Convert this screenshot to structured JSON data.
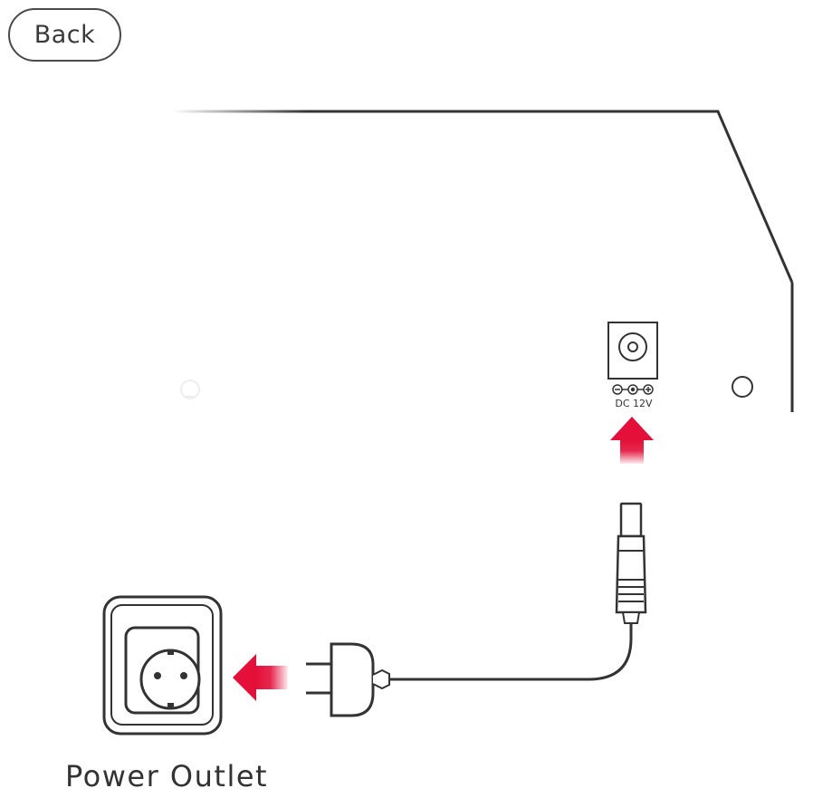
{
  "navigation": {
    "back_label": "Back"
  },
  "device": {
    "port_label": "DC 12V"
  },
  "outlet": {
    "label": "Power Outlet"
  },
  "colors": {
    "arrow": "#e4103a",
    "line": "#333333"
  },
  "icons": {
    "arrow_up": "arrow-up-icon",
    "arrow_left": "arrow-left-icon",
    "polarity": "dc-polarity-icon"
  }
}
